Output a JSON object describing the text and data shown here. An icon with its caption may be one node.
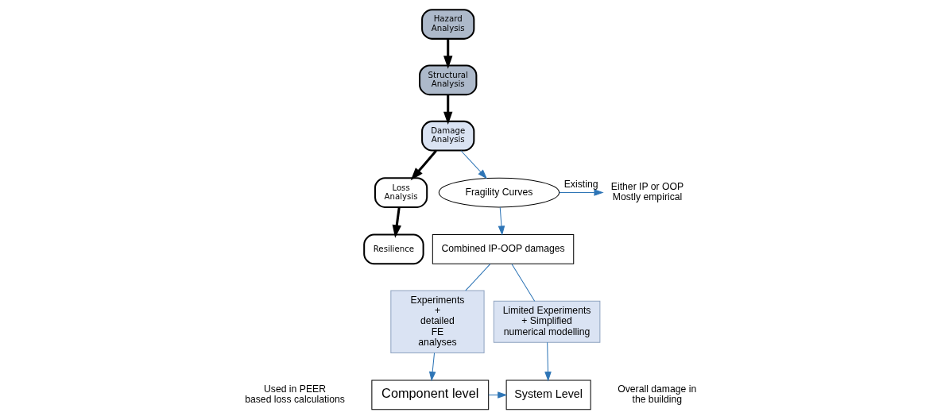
{
  "diagram": {
    "nodes": [
      {
        "text": [
          "Hazard Analysis"
        ]
      },
      {
        "text": [
          "Structural Analysis"
        ]
      },
      {
        "text": [
          "Damage Analysis"
        ]
      },
      {
        "text": [
          "Loss Analysis"
        ]
      },
      {
        "text": [
          "Resilience"
        ]
      },
      {
        "text": [
          "Fragility Curves"
        ]
      },
      {
        "text": [
          "Either IP or OOP Mostly empirical"
        ]
      },
      {
        "text": [
          "Combined IP-OOP damages"
        ]
      },
      {
        "text": [
          "Experiments + detailed FE analyses"
        ]
      },
      {
        "text": [
          "Limited Experiments + Simplified numerical modelling"
        ]
      },
      {
        "text": [
          "Component level"
        ],
        "beside": [
          "Used in PEER based loss calculations"
        ]
      },
      {
        "text": [
          "System Level"
        ],
        "beside": [
          "Overall damage in the building"
        ]
      }
    ],
    "edges": [
      {
        "from": 0,
        "to": 1,
        "arrow": "to",
        "style": "thick",
        "color": "#000000"
      },
      {
        "from": 1,
        "to": 2,
        "arrow": "to",
        "style": "thick",
        "color": "#000000"
      },
      {
        "from": 2,
        "to": 3,
        "arrow": "to",
        "style": "thick",
        "color": "#000000"
      },
      {
        "from": 3,
        "to": 4,
        "arrow": "to",
        "style": "thick",
        "color": "#000000"
      },
      {
        "from": 2,
        "to": 5,
        "arrow": "to"
      },
      {
        "from": 5,
        "to": 6,
        "arrow": "to",
        "label": "Existing"
      },
      {
        "from": 5,
        "to": 7,
        "arrow": "to"
      },
      {
        "from": 7,
        "to": 8,
        "arrow": "none"
      },
      {
        "from": 7,
        "to": 9,
        "arrow": "none"
      },
      {
        "from": 8,
        "to": 10,
        "arrow": "to"
      },
      {
        "from": 9,
        "to": 11,
        "arrow": "to"
      },
      {
        "from": 10,
        "to": 11,
        "arrow": "to"
      }
    ]
  }
}
